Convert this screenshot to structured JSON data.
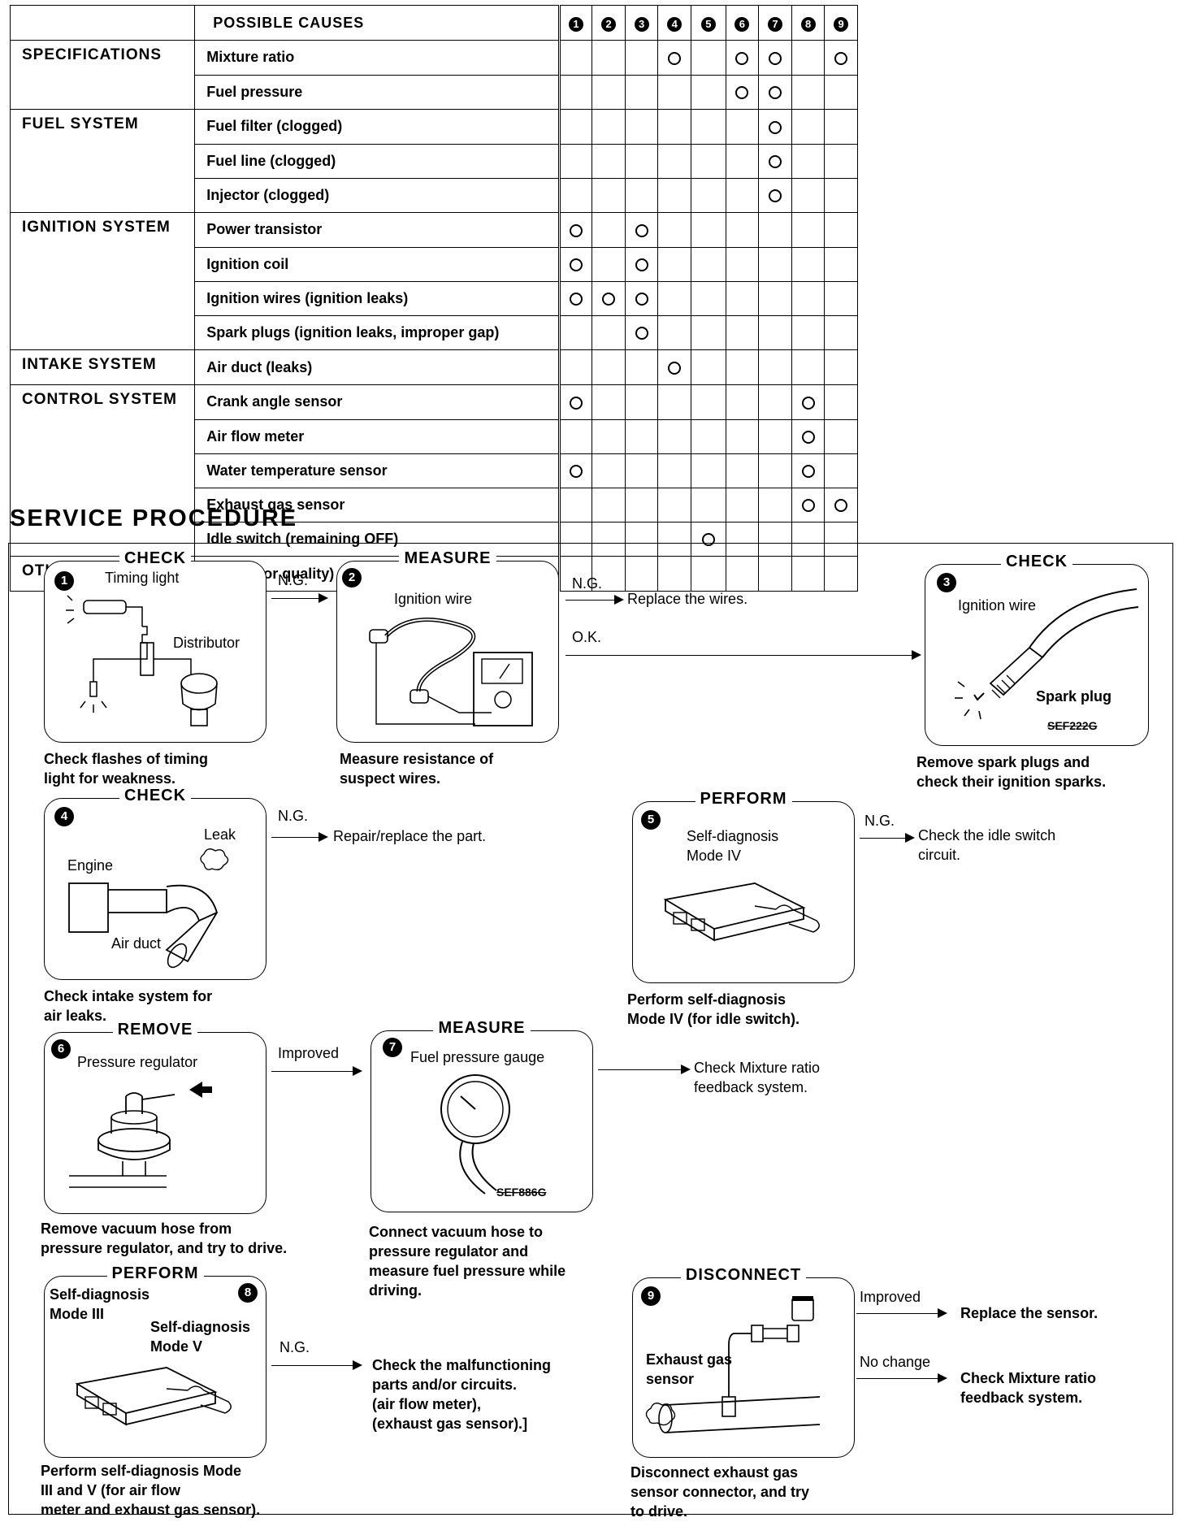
{
  "table": {
    "header": "POSSIBLE CAUSES",
    "columns": [
      "1",
      "2",
      "3",
      "4",
      "5",
      "6",
      "7",
      "8",
      "9"
    ],
    "categories": [
      {
        "name": "SPECIFICATIONS",
        "rows": [
          {
            "cause": "Mixture ratio",
            "marks": [
              4,
              6,
              7,
              9
            ]
          },
          {
            "cause": "Fuel pressure",
            "marks": [
              6,
              7
            ]
          }
        ]
      },
      {
        "name": "FUEL SYSTEM",
        "rows": [
          {
            "cause": "Fuel filter (clogged)",
            "marks": [
              7
            ]
          },
          {
            "cause": "Fuel line (clogged)",
            "marks": [
              7
            ]
          },
          {
            "cause": "Injector (clogged)",
            "marks": [
              7
            ]
          }
        ]
      },
      {
        "name": "IGNITION SYSTEM",
        "rows": [
          {
            "cause": "Power transistor",
            "marks": [
              1,
              3
            ]
          },
          {
            "cause": "Ignition coil",
            "marks": [
              1,
              3
            ]
          },
          {
            "cause": "Ignition wires (ignition leaks)",
            "marks": [
              1,
              2,
              3
            ]
          },
          {
            "cause": "Spark plugs (ignition leaks, improper gap)",
            "marks": [
              3
            ]
          }
        ]
      },
      {
        "name": "INTAKE SYSTEM",
        "rows": [
          {
            "cause": "Air duct (leaks)",
            "marks": [
              4
            ]
          }
        ]
      },
      {
        "name": "CONTROL SYSTEM",
        "rows": [
          {
            "cause": "Crank angle sensor",
            "marks": [
              1,
              8
            ]
          },
          {
            "cause": "Air flow meter",
            "marks": [
              8
            ]
          },
          {
            "cause": "Water temperature sensor",
            "marks": [
              1,
              8
            ]
          },
          {
            "cause": "Exhaust gas sensor",
            "marks": [
              8,
              9
            ]
          },
          {
            "cause": "Idle switch (remaining OFF)",
            "marks": [
              5
            ]
          }
        ]
      },
      {
        "name": "OTHERS",
        "rows": [
          {
            "cause": "Fuel (poor quality)",
            "marks": []
          }
        ]
      }
    ]
  },
  "section_title": "SERVICE PROCEDURE",
  "steps": {
    "s1": {
      "num": "1",
      "action": "CHECK",
      "labels": {
        "a": "Timing light",
        "b": "Distributor"
      },
      "caption": [
        "Check flashes of timing",
        "light for weakness."
      ]
    },
    "s2": {
      "num": "2",
      "action": "MEASURE",
      "labels": {
        "a": "Ignition wire"
      },
      "caption": [
        "Measure resistance of",
        "suspect wires."
      ]
    },
    "s3": {
      "num": "3",
      "action": "CHECK",
      "labels": {
        "a": "Ignition wire",
        "b": "Spark plug",
        "code": "SEF222G"
      },
      "caption": [
        "Remove spark plugs and",
        "check their ignition sparks."
      ]
    },
    "s4": {
      "num": "4",
      "action": "CHECK",
      "labels": {
        "a": "Leak",
        "b": "Engine",
        "c": "Air duct"
      },
      "caption": [
        "Check intake system for",
        "air leaks."
      ]
    },
    "s5": {
      "num": "5",
      "action": "PERFORM",
      "labels": {
        "a": "Self-diagnosis",
        "b": "Mode IV"
      },
      "caption": [
        "Perform self-diagnosis",
        "Mode IV (for idle switch)."
      ]
    },
    "s6": {
      "num": "6",
      "action": "REMOVE",
      "labels": {
        "a": "Pressure regulator"
      },
      "caption": [
        "Remove vacuum hose from",
        "pressure regulator, and try  to drive."
      ]
    },
    "s7": {
      "num": "7",
      "action": "MEASURE",
      "labels": {
        "a": "Fuel pressure gauge",
        "code": "SEF886G"
      },
      "caption": [
        "Connect vacuum hose to",
        "pressure regulator and",
        "measure fuel pressure while",
        "driving."
      ]
    },
    "s8": {
      "num": "8",
      "action": "PERFORM",
      "labels": {
        "a": "Self-diagnosis",
        "b": "Mode III",
        "c": "Self-diagnosis",
        "d": "Mode V"
      },
      "caption": [
        "Perform self-diagnosis Mode",
        "III and V (for air flow",
        "meter and exhaust gas sensor)."
      ]
    },
    "s9": {
      "num": "9",
      "action": "DISCONNECT",
      "labels": {
        "a": "Exhaust gas",
        "b": "sensor"
      },
      "caption": [
        "Disconnect exhaust gas",
        "sensor connector, and try",
        "to drive."
      ]
    }
  },
  "flow": {
    "ng": "N.G.",
    "ok": "O.K.",
    "improved": "Improved",
    "no_change": "No change",
    "replace_wires": "Replace the wires.",
    "repair_part": "Repair/replace the part.",
    "idle_switch": [
      "Check the idle switch",
      "circuit."
    ],
    "mixture7": [
      "Check Mixture ratio",
      "feedback system."
    ],
    "malfunction": [
      "Check the malfunctioning",
      "parts and/or circuits.",
      "(air flow meter),",
      "(exhaust gas sensor).]"
    ],
    "replace_sensor": "Replace the sensor.",
    "mixture9": [
      "Check Mixture ratio",
      "feedback system."
    ]
  }
}
